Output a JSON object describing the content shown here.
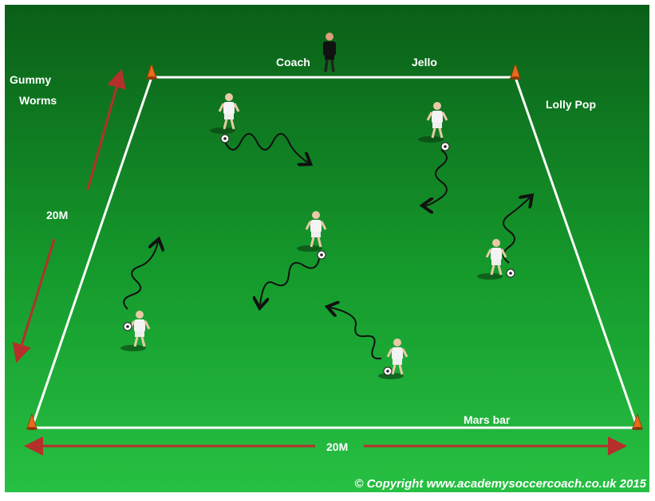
{
  "labels": {
    "coach": "Coach",
    "jello": "Jello",
    "lolly_pop": "Lolly Pop",
    "gummy_worms_line1": "Gummy",
    "gummy_worms_line2": "Worms",
    "mars_bar": "Mars bar"
  },
  "dimensions": {
    "side": "20M",
    "bottom": "20M"
  },
  "copyright": "© Copyright www.academysoccercoach.co.uk 2015",
  "colors": {
    "pitch_top": "#0b6b1c",
    "pitch_bottom": "#22b93c",
    "lines": "#ffffff",
    "arrows": "#c0392b",
    "cones": "#e86a1a",
    "dribble_paths": "#111111"
  }
}
